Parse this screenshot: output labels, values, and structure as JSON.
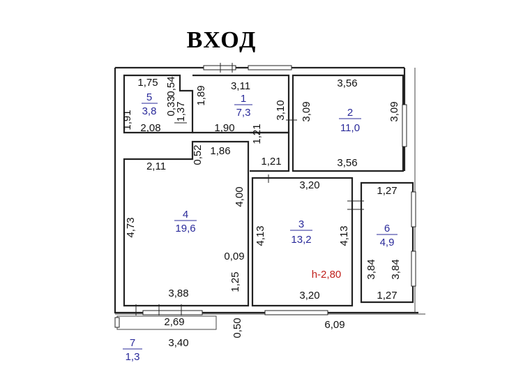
{
  "title": "ВХОД",
  "rooms": [
    {
      "num": "1",
      "area": "7,3"
    },
    {
      "num": "2",
      "area": "11,0"
    },
    {
      "num": "3",
      "area": "13,2"
    },
    {
      "num": "4",
      "area": "19,6"
    },
    {
      "num": "5",
      "area": "3,8"
    },
    {
      "num": "6",
      "area": "4,9"
    },
    {
      "num": "7",
      "area": "1,3"
    }
  ],
  "height_label": "h-2,80",
  "dims": {
    "r5_top": "1,75",
    "r5_right": "0,54",
    "r5_right2": "0,33",
    "r5_mid": "1,37",
    "r5_left": "1,91",
    "r5_bottom": "2,08",
    "r1_top": "3,11",
    "r1_left": "1,89",
    "r1_right": "3,10",
    "r1_bottom": "1,90",
    "r1_stair_v": "1,21",
    "r1_stair_h": "1,21",
    "r2_top": "3,56",
    "r2_left": "3,09",
    "r2_right": "3,09",
    "r2_bottom": "3,56",
    "r4_top_left": "2,11",
    "r4_top_notch": "0,52",
    "r4_top_right": "1,86",
    "r4_left": "4,73",
    "r4_right": "4,00",
    "r4_small": "0,09",
    "r4_bottom_right": "1,25",
    "r4_bottom": "3,88",
    "r3_top": "3,20",
    "r3_left": "4,13",
    "r3_right": "4,13",
    "r3_bottom": "3,20",
    "r6_top": "1,27",
    "r6_left": "3,84",
    "r6_right": "3,84",
    "r6_bottom": "1,27",
    "r7_top": "2,69",
    "r7_bottom": "3,40",
    "r7_right": "0,50",
    "overall_bottom": "6,09"
  }
}
